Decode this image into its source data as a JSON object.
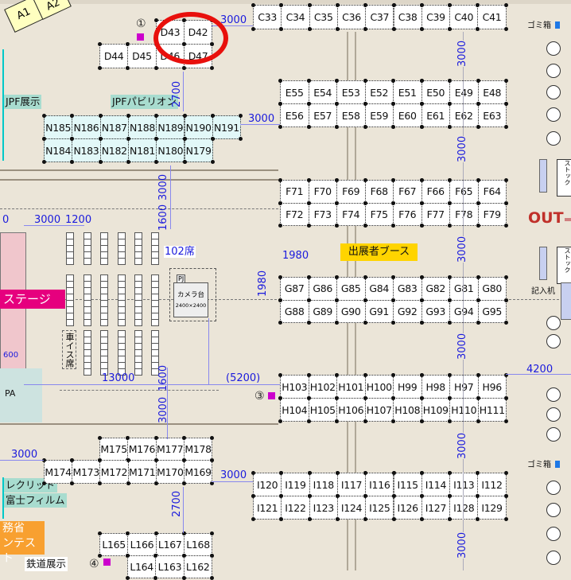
{
  "booth_groups": [
    {
      "id": "C",
      "rows": [
        [
          "C33",
          "C34",
          "C35",
          "C36",
          "C37",
          "C38",
          "C39",
          "C40",
          "C41"
        ]
      ]
    },
    {
      "id": "D-top",
      "rows": [
        [
          "D43",
          "D42"
        ]
      ]
    },
    {
      "id": "D-bottom",
      "rows": [
        [
          "D44",
          "D45",
          "D46",
          "D47"
        ]
      ]
    },
    {
      "id": "E",
      "rows": [
        [
          "E55",
          "E54",
          "E53",
          "E52",
          "E51",
          "E50",
          "E49",
          "E48"
        ],
        [
          "E56",
          "E57",
          "E58",
          "E59",
          "E60",
          "E61",
          "E62",
          "E63"
        ]
      ]
    },
    {
      "id": "N",
      "rows": [
        [
          "N185",
          "N186",
          "N187",
          "N188",
          "N189",
          "N190",
          "N191"
        ],
        [
          "N184",
          "N183",
          "N182",
          "N181",
          "N180",
          "N179"
        ]
      ]
    },
    {
      "id": "F",
      "rows": [
        [
          "F71",
          "F70",
          "F69",
          "F68",
          "F67",
          "F66",
          "F65",
          "F64"
        ],
        [
          "F72",
          "F73",
          "F74",
          "F75",
          "F76",
          "F77",
          "F78",
          "F79"
        ]
      ]
    },
    {
      "id": "G",
      "rows": [
        [
          "G87",
          "G86",
          "G85",
          "G84",
          "G83",
          "G82",
          "G81",
          "G80"
        ],
        [
          "G88",
          "G89",
          "G90",
          "G91",
          "G92",
          "G93",
          "G94",
          "G95"
        ]
      ]
    },
    {
      "id": "H",
      "rows": [
        [
          "H103",
          "H102",
          "H101",
          "H100",
          "H99",
          "H98",
          "H97",
          "H96"
        ],
        [
          "H104",
          "H105",
          "H106",
          "H107",
          "H108",
          "H109",
          "H110",
          "H111"
        ]
      ]
    },
    {
      "id": "M-top",
      "rows": [
        [
          "M175",
          "M176",
          "M177",
          "M178"
        ]
      ]
    },
    {
      "id": "M-bottom",
      "rows": [
        [
          "M174",
          "M173",
          "M172",
          "M171",
          "M170",
          "M169"
        ]
      ]
    },
    {
      "id": "I",
      "rows": [
        [
          "I120",
          "I119",
          "I118",
          "I117",
          "I116",
          "I115",
          "I114",
          "I113",
          "I112"
        ],
        [
          "I121",
          "I122",
          "I123",
          "I124",
          "I125",
          "I126",
          "I127",
          "I128",
          "I129"
        ]
      ]
    },
    {
      "id": "L-top",
      "rows": [
        [
          "L165",
          "L166",
          "L167",
          "L168"
        ]
      ]
    },
    {
      "id": "L-bottom",
      "rows": [
        [
          "L164",
          "L163",
          "L162"
        ]
      ]
    }
  ],
  "corner_booths": [
    "A1",
    "A2"
  ],
  "dimensions": [
    "3000",
    "2700",
    "3000",
    "3000",
    "1600",
    "0",
    "3000",
    "1200",
    "1980",
    "1980",
    "13000",
    "(5200)",
    "1600",
    "3000",
    "600",
    "3000",
    "3000",
    "2700",
    "3000",
    "3000",
    "3000",
    "3000",
    "3000",
    "3000",
    "4200"
  ],
  "labels": {
    "jpf_exhibit": "JPF展示",
    "jpf_pavilion": "JPFパビリオン",
    "exhibitor_booth": "出展者ブース",
    "stage": "ステージ",
    "pa": "PA",
    "seats": "102席",
    "wheelchair": "車イス席",
    "camera": "カメラ台",
    "camera_size": "2400×2400",
    "pj": "PJ",
    "recrid": "レクリッド",
    "fujifilm": "富士フィルム",
    "ministry_1": "務省",
    "ministry_2": "ンテスト",
    "railway": "鉄道展示",
    "out": "OUT",
    "desk": "記入机",
    "trash_1": "ゴミ箱",
    "trash_2": "ゴミ箱",
    "stock_1": "ストック",
    "stock_2": "ストック"
  },
  "markers": [
    "①",
    "③",
    "④"
  ],
  "highlighted_booth": "D42",
  "colors": {
    "highlight": "#e8100c",
    "dimension": "#1a1add",
    "stage": "#e6007e",
    "exhibitor": "#ffd400",
    "out": "#c0302a"
  }
}
